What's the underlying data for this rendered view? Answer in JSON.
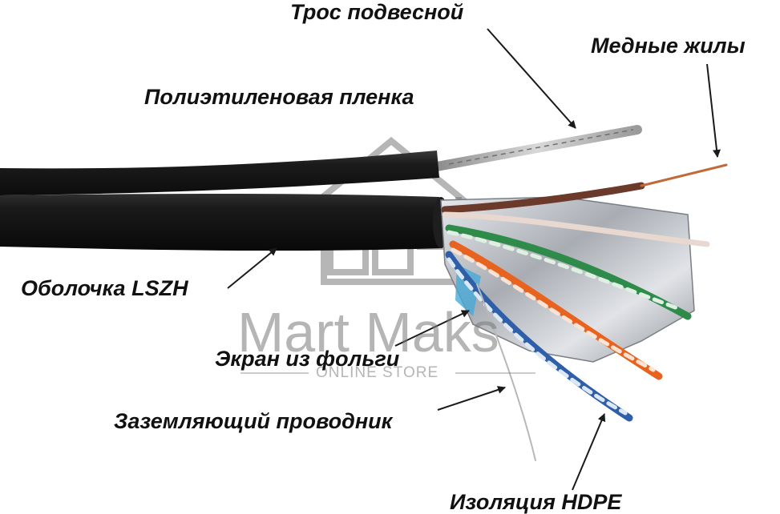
{
  "labels": {
    "messenger_cable": "Трос подвесной",
    "copper_cores": "Медные жилы",
    "polyethylene_film": "Полиэтиленовая пленка",
    "lszh_jacket": "Оболочка LSZH",
    "foil_screen": "Экран из фольги",
    "ground_conductor": "Заземляющий проводник",
    "hdpe_insulation": "Изоляция HDPE"
  },
  "watermark": {
    "brand": "Mart Maks",
    "tagline": "ONLINE STORE"
  },
  "colors": {
    "cable_jacket": "#141414",
    "foil": "#c9cbcf",
    "pair_brown": "#6b3a2a",
    "pair_green": "#2e8b4a",
    "pair_orange": "#e8631f",
    "pair_blue": "#2f5fa8",
    "copper": "#c06a3a",
    "arrow": "#1a1a1a"
  }
}
